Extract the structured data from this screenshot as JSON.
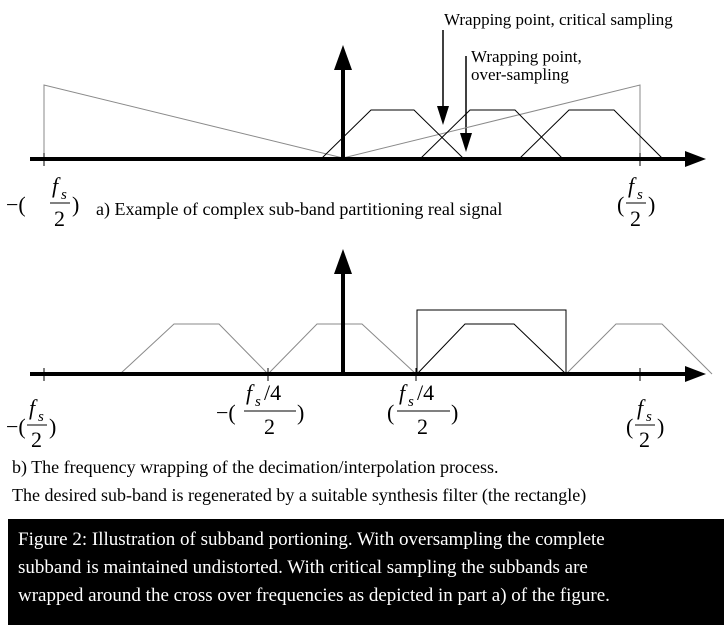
{
  "panel_a": {
    "annotation_critical": "Wrapping point, critical sampling",
    "annotation_over_1": "Wrapping point,",
    "annotation_over_2": "over-sampling",
    "left_prefix": "−(",
    "fs_num": "f",
    "fs_sub": "s",
    "den_2": "2",
    "close_paren": ")",
    "open_paren": "(",
    "caption": "a) Example of complex sub-band partitioning real signal"
  },
  "panel_b": {
    "left_prefix": "−(",
    "fs_num": "f",
    "fs_sub": "s",
    "quarter": "/4",
    "den_2": "2",
    "close_paren": ")",
    "open_paren": "(",
    "caption_line1": "b) The frequency wrapping of the decimation/interpolation process.",
    "caption_line2": "The desired sub-band is regenerated by a suitable synthesis filter (the rectangle)"
  },
  "figure_caption": {
    "line1": "Figure 2: Illustration of subband portioning. With oversampling the complete",
    "line2": "subband is maintained undistorted. With critical sampling the subbands are",
    "line3": "wrapped around the cross over frequencies as depicted in part a) of the figure."
  }
}
